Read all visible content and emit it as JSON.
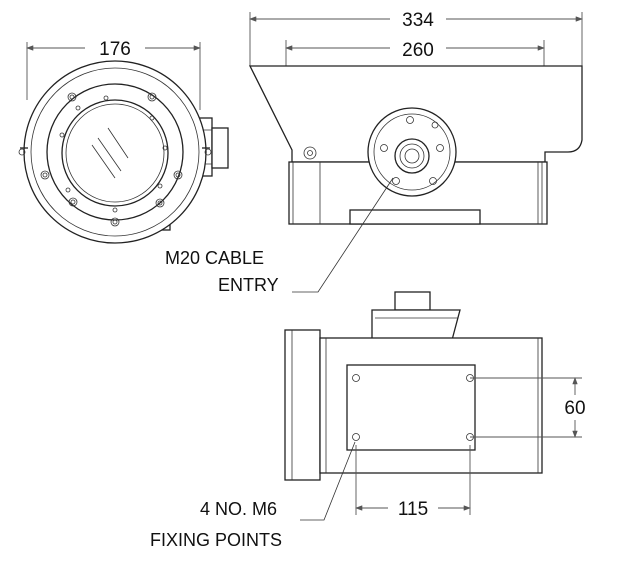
{
  "drawing": {
    "dimensions": {
      "front_width": "176",
      "side_overall": "334",
      "side_inner": "260",
      "plate_width": "115",
      "plate_height": "60"
    },
    "labels": {
      "cable_entry_line1": "M20 CABLE",
      "cable_entry_line2": "ENTRY",
      "fixing_line1": "4 NO. M6",
      "fixing_line2": "FIXING POINTS"
    }
  }
}
